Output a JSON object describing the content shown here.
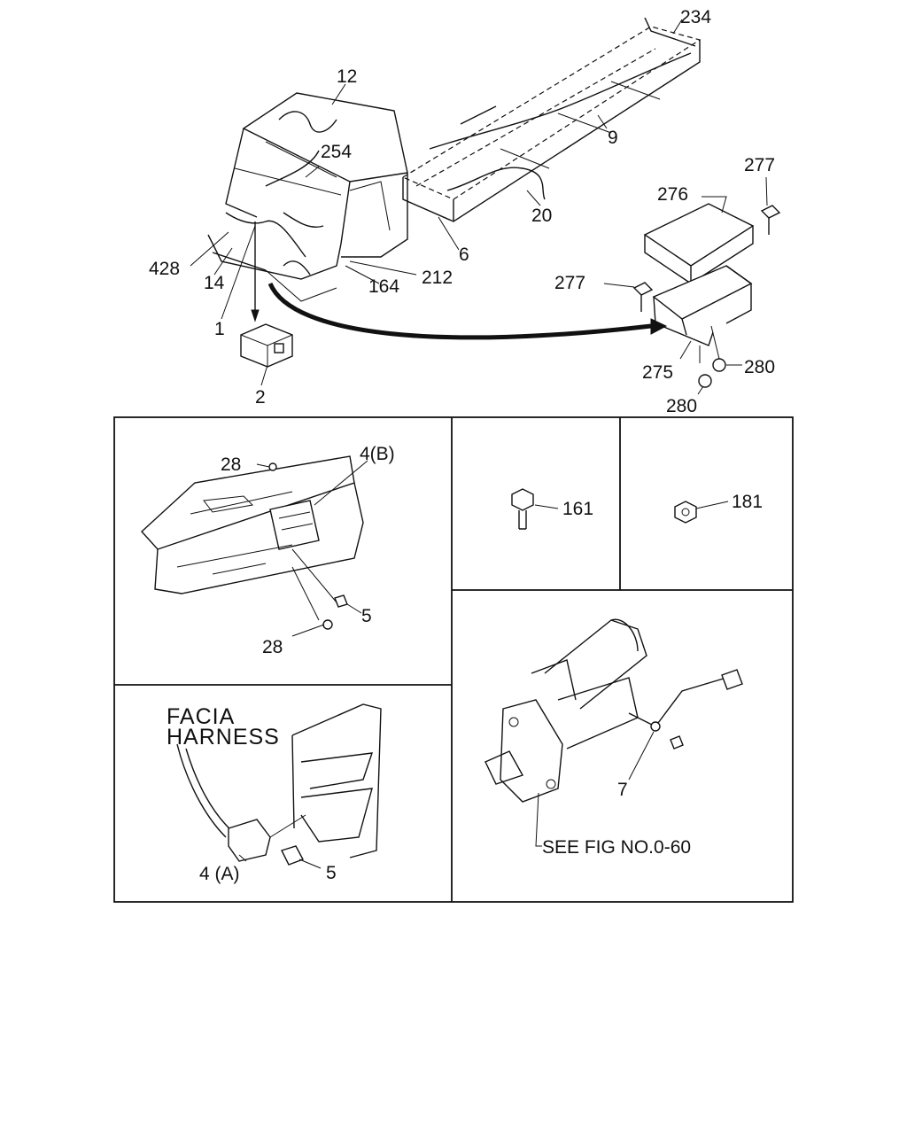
{
  "callouts": {
    "c234": "234",
    "c12": "12",
    "c254": "254",
    "c9": "9",
    "c277a": "277",
    "c276": "276",
    "c20": "20",
    "c6": "6",
    "c428": "428",
    "c14": "14",
    "c212": "212",
    "c164": "164",
    "c1": "1",
    "c2": "2",
    "c277b": "277",
    "c275": "275",
    "c280a": "280",
    "c280b": "280"
  },
  "panels": {
    "fuse_box": {
      "c28a": "28",
      "c4b": "4(B)",
      "c5": "5",
      "c28b": "28"
    },
    "bolt": {
      "c161": "161"
    },
    "nut": {
      "c181": "181"
    },
    "harness": {
      "line1": "FACIA",
      "line2": "HARNESS",
      "c4a": "4 (A)",
      "c5": "5"
    },
    "starter": {
      "c7": "7",
      "ref": "SEE FIG NO.0-60"
    }
  }
}
